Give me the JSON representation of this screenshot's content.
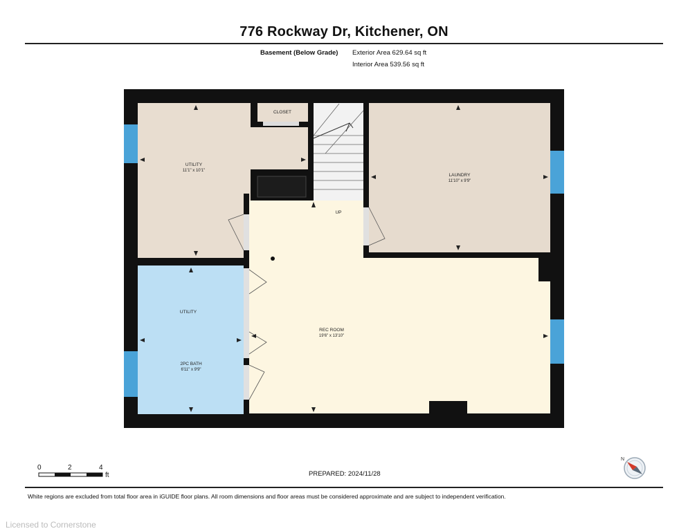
{
  "header": {
    "title": "776 Rockway Dr, Kitchener, ON",
    "floor_label": "Basement (Below Grade)",
    "exterior_area": "Exterior Area 629.64 sq ft",
    "interior_area": "Interior Area 539.56 sq ft"
  },
  "rooms": {
    "utility_top": {
      "name": "UTILITY",
      "dims": "11'1\" x 10'1\""
    },
    "closet": {
      "name": "CLOSET"
    },
    "laundry": {
      "name": "LAUNDRY",
      "dims": "11'10\" x 9'9\""
    },
    "stairs": {
      "label": "UP"
    },
    "utility_bottom": {
      "name": "UTILITY"
    },
    "bath": {
      "name": "2PC BATH",
      "dims": "6'11\" x 9'9\""
    },
    "rec_room": {
      "name": "REC ROOM",
      "dims": "19'6\" x 13'10\""
    }
  },
  "scale": {
    "ticks": [
      "0",
      "2",
      "4"
    ],
    "unit": "ft"
  },
  "prepared": "PREPARED: 2024/11/28",
  "compass": {
    "label": "N"
  },
  "footer": {
    "note": "White regions are excluded from total floor area in iGUIDE floor plans. All room dimensions and floor areas must be considered approximate and are subject to independent verification.",
    "license": "Licensed to Cornerstone"
  },
  "colors": {
    "wall": "#111111",
    "utility_fill": "#e8ddd0",
    "laundry_fill": "#e6dbce",
    "rec_fill": "#fdf6e1",
    "bath_fill": "#bcdff4",
    "window": "#4aa3d8",
    "stair_fill": "#f2f2f2"
  }
}
